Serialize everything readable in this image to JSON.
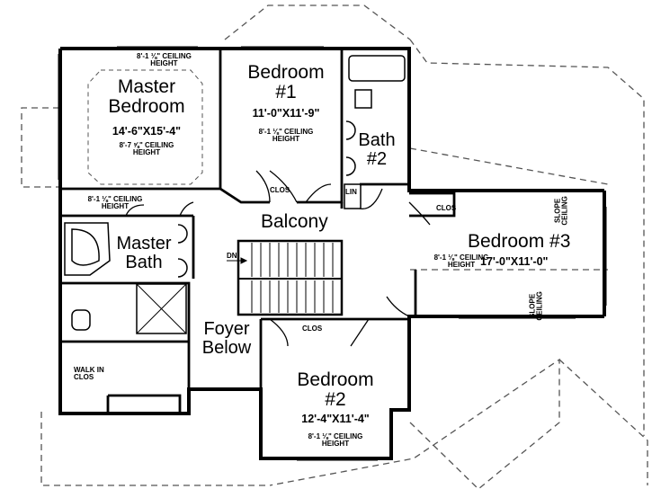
{
  "rooms": {
    "master_bedroom": {
      "name_line1": "Master",
      "name_line2": "Bedroom",
      "dims": "14'-6\"X15'-4\"",
      "ceiling_line1": "8'-7 ⅝\" CEILING",
      "ceiling_line2": "HEIGHT"
    },
    "master_top_ceiling": {
      "line1": "8'-1 ⅛\" CEILING",
      "line2": "HEIGHT"
    },
    "master_side_ceiling": {
      "line1": "8'-1 ⅛\" CEILING",
      "line2": "HEIGHT"
    },
    "bedroom1": {
      "name_line1": "Bedroom",
      "name_line2": "#1",
      "dims": "11'-0\"X11'-9\"",
      "ceiling_line1": "8'-1 ⅛\" CEILING",
      "ceiling_line2": "HEIGHT",
      "closet": "CLOS"
    },
    "bath2": {
      "name_line1": "Bath",
      "name_line2": "#2",
      "linen": "LIN"
    },
    "balcony": {
      "name": "Balcony",
      "stair_dn": "DN"
    },
    "master_bath": {
      "name_line1": "Master",
      "name_line2": "Bath",
      "closet_line1": "WALK IN",
      "closet_line2": "CLOS"
    },
    "foyer": {
      "line1": "Foyer",
      "line2": "Below"
    },
    "bedroom2": {
      "name_line1": "Bedroom",
      "name_line2": "#2",
      "dims": "12'-4\"X11'-4\"",
      "ceiling_line1": "8'-1 ⅛\" CEILING",
      "ceiling_line2": "HEIGHT",
      "closet": "CLOS"
    },
    "bedroom3": {
      "name": "Bedroom #3",
      "dims": "17'-0\"X11'-0\"",
      "ceiling_line1": "8'-1 ⅛\" CEILING",
      "ceiling_line2": "HEIGHT",
      "closet": "CLOS",
      "slope_top_line1": "SLOPE",
      "slope_top_line2": "CEILING",
      "slope_bottom_line1": "SLOPE",
      "slope_bottom_line2": "CEILING"
    }
  },
  "colors": {
    "wall": "#000000",
    "roof_dash": "#555555",
    "background": "#ffffff"
  }
}
